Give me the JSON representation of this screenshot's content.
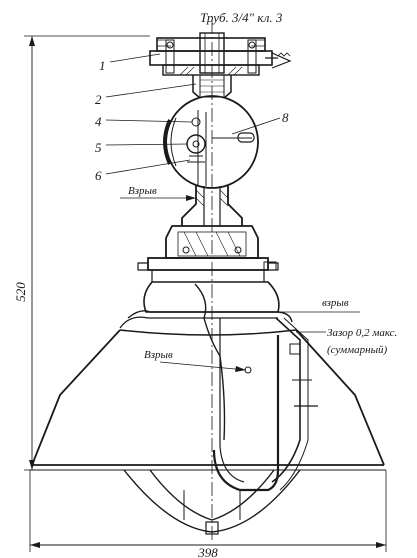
{
  "labels": {
    "pipe": "Труб. 3/4\" кл. 3",
    "part_1": "1",
    "part_2": "2",
    "part_4": "4",
    "part_5": "5",
    "part_6": "6",
    "part_8": "8",
    "explosion_upper": "Взрыв",
    "explosion_right": "взрыв",
    "explosion_lower": "Взрыв",
    "gap_line1": "Зазор 0,2 макс.",
    "gap_line2": "(суммарный)"
  },
  "dimensions": {
    "height": "520",
    "width": "398"
  },
  "colors": {
    "ink": "#1a1a1a",
    "background": "#ffffff"
  }
}
